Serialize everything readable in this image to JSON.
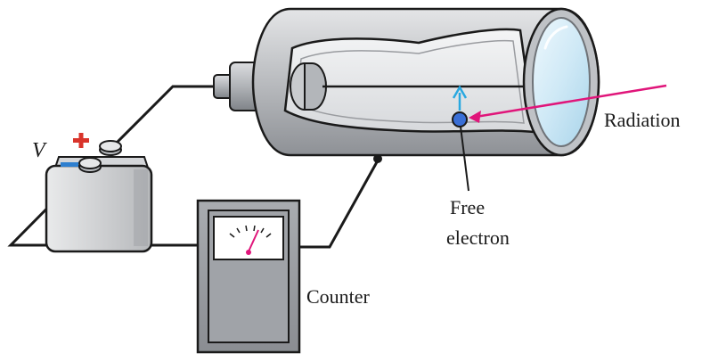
{
  "labels": {
    "voltage": "V",
    "radiation": "Radiation",
    "free_electron_line1": "Free",
    "free_electron_line2": "electron",
    "counter": "Counter",
    "plus_sign": "+",
    "minus_sign": "−"
  },
  "colors": {
    "wire": "#1a1a1a",
    "radiation_arrow": "#e0157a",
    "electron_fill": "#3a6fd6",
    "electron_motion_arrow": "#29a8e0",
    "plus_terminal": "#d9342b",
    "minus_terminal": "#2e7fcf",
    "metal": "#b9bcc0",
    "window": "#d8eef8"
  },
  "icons": [
    "battery-icon",
    "counter-meter-icon",
    "tube-icon",
    "electron-icon"
  ]
}
